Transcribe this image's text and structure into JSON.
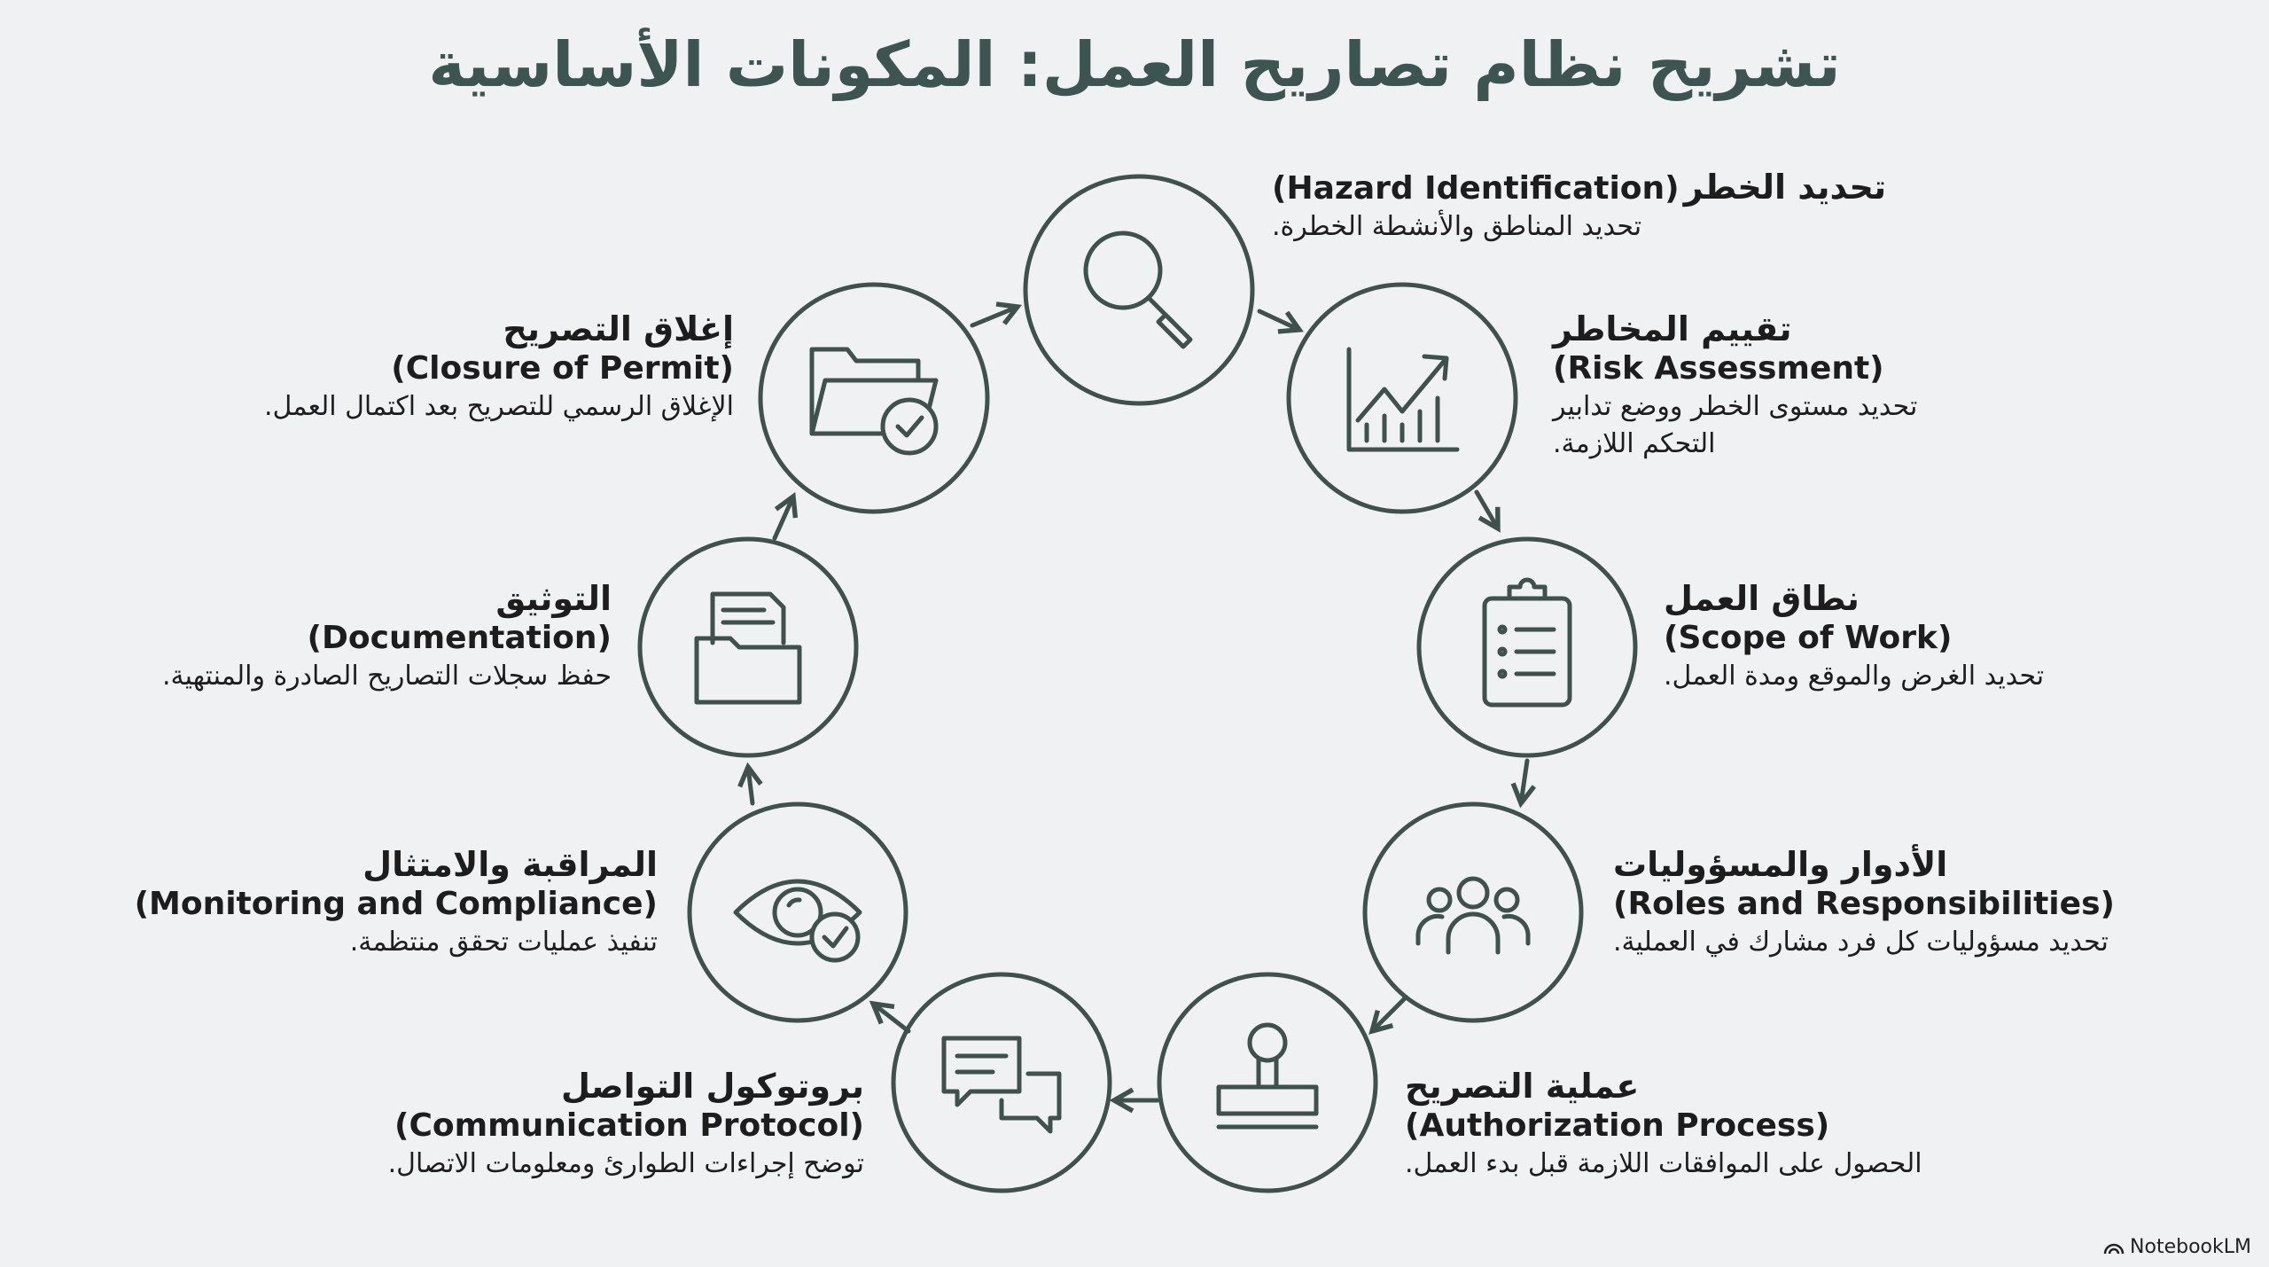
{
  "title": "تشريح نظام تصاريح العمل: المكونات الأساسية",
  "colors": {
    "background": "#eff1f3",
    "stroke": "#3f514d",
    "title": "#3d5550"
  },
  "components": [
    {
      "icon": "magnifier-icon",
      "title_ar": "تحديد الخطر",
      "title_en": "(Hazard Identification)",
      "desc": "تحديد المناطق والأنشطة الخطرة."
    },
    {
      "icon": "chart-icon",
      "title_ar": "تقييم المخاطر",
      "title_en": "(Risk Assessment)",
      "desc": "تحديد مستوى الخطر ووضع تدابير التحكم اللازمة."
    },
    {
      "icon": "clipboard-icon",
      "title_ar": "نطاق العمل",
      "title_en": "(Scope of Work)",
      "desc": "تحديد الغرض والموقع ومدة العمل."
    },
    {
      "icon": "people-icon",
      "title_ar": "الأدوار والمسؤوليات",
      "title_en": "(Roles and Responsibilities)",
      "desc": "تحديد مسؤوليات كل فرد مشارك في العملية."
    },
    {
      "icon": "stamp-icon",
      "title_ar": "عملية التصريح",
      "title_en": "(Authorization Process)",
      "desc": "الحصول على الموافقات اللازمة قبل بدء العمل."
    },
    {
      "icon": "chat-bubbles-icon",
      "title_ar": "بروتوكول التواصل",
      "title_en": "(Communication Protocol)",
      "desc": "توضح إجراءات الطوارئ ومعلومات الاتصال."
    },
    {
      "icon": "eye-check-icon",
      "title_ar": "المراقبة والامتثال",
      "title_en": "(Monitoring and Compliance)",
      "desc": "تنفيذ عمليات تحقق منتظمة."
    },
    {
      "icon": "folder-document-icon",
      "title_ar": "التوثيق",
      "title_en": "(Documentation)",
      "desc": "حفظ سجلات التصاريح الصادرة والمنتهية."
    },
    {
      "icon": "folder-check-icon",
      "title_ar": "إغلاق التصريح",
      "title_en": "(Closure of Permit)",
      "desc": "الإغلاق الرسمي للتصريح بعد اكتمال العمل."
    }
  ],
  "brand": "NotebookLM"
}
